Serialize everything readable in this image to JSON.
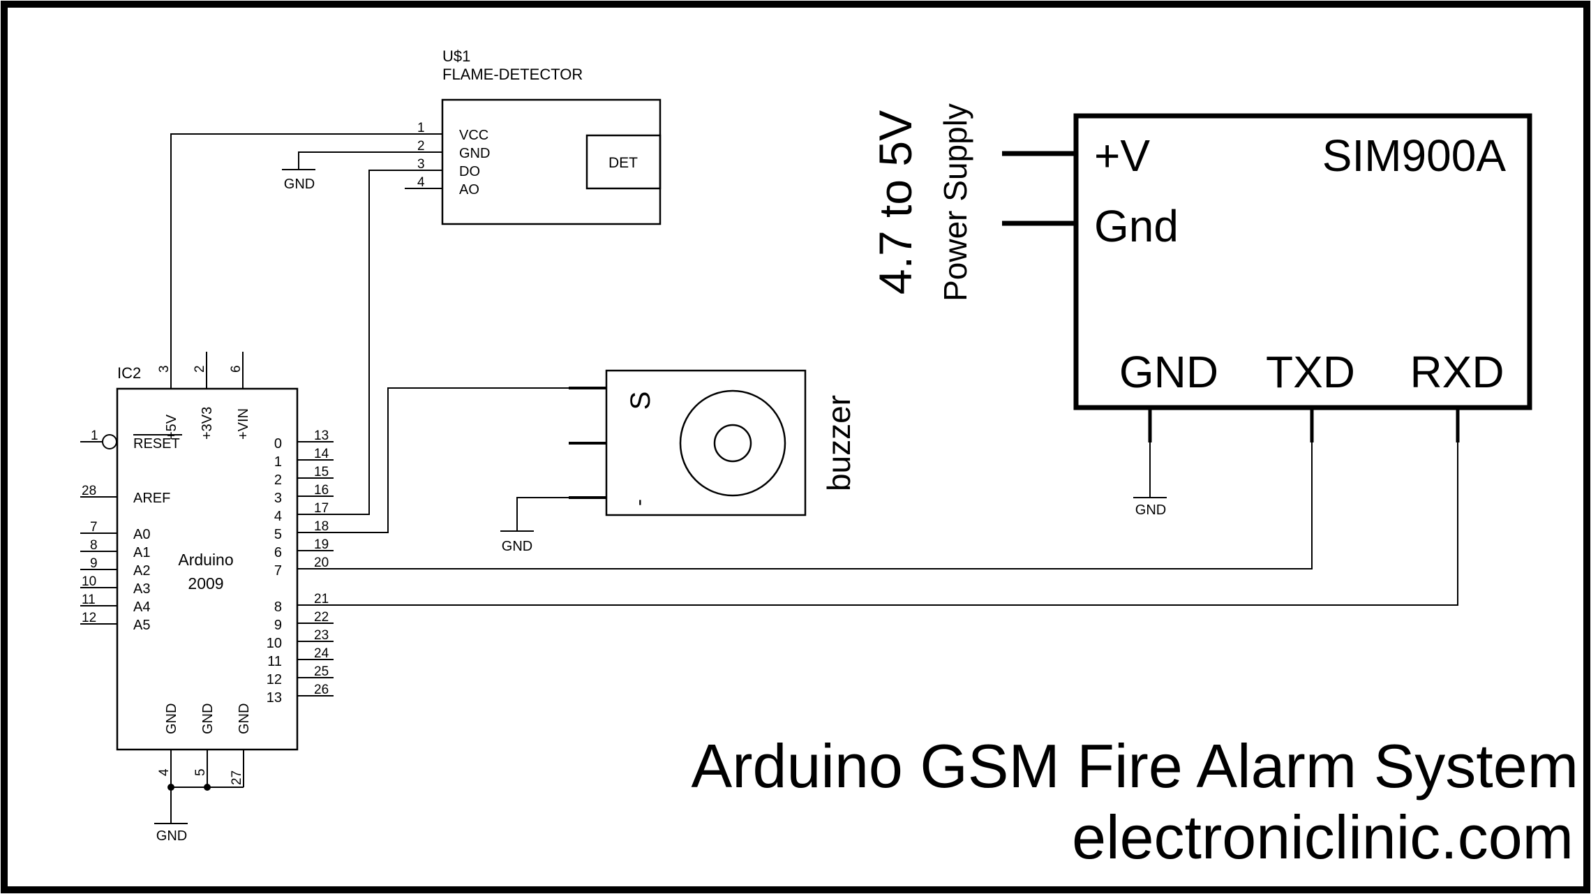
{
  "title": "Arduino GSM Fire Alarm System",
  "website": "electroniclinic.com",
  "flame_detector": {
    "ref": "U$1",
    "name": "FLAME-DETECTOR",
    "sensor_label": "DET",
    "pins": [
      {
        "num": "1",
        "label": "VCC"
      },
      {
        "num": "2",
        "label": "GND"
      },
      {
        "num": "3",
        "label": "DO"
      },
      {
        "num": "4",
        "label": "AO"
      }
    ],
    "gnd_label": "GND"
  },
  "arduino": {
    "ref": "IC2",
    "name_line1": "Arduino",
    "name_line2": "2009",
    "top_pins": [
      {
        "num": "3",
        "label": "+5V"
      },
      {
        "num": "2",
        "label": "+3V3"
      },
      {
        "num": "6",
        "label": "+VIN"
      }
    ],
    "left_pins": [
      {
        "num": "1",
        "label": "RESET"
      },
      {
        "num": "28",
        "label": "AREF"
      },
      {
        "num": "7",
        "label": "A0"
      },
      {
        "num": "8",
        "label": "A1"
      },
      {
        "num": "9",
        "label": "A2"
      },
      {
        "num": "10",
        "label": "A3"
      },
      {
        "num": "11",
        "label": "A4"
      },
      {
        "num": "12",
        "label": "A5"
      }
    ],
    "right_pins": [
      {
        "num": "13",
        "label": "0"
      },
      {
        "num": "14",
        "label": "1"
      },
      {
        "num": "15",
        "label": "2"
      },
      {
        "num": "16",
        "label": "3"
      },
      {
        "num": "17",
        "label": "4"
      },
      {
        "num": "18",
        "label": "5"
      },
      {
        "num": "19",
        "label": "6"
      },
      {
        "num": "20",
        "label": "7"
      },
      {
        "num": "21",
        "label": "8"
      },
      {
        "num": "22",
        "label": "9"
      },
      {
        "num": "23",
        "label": "10"
      },
      {
        "num": "24",
        "label": "11"
      },
      {
        "num": "25",
        "label": "12"
      },
      {
        "num": "26",
        "label": "13"
      }
    ],
    "bottom_pins": [
      {
        "num": "4",
        "label": "GND"
      },
      {
        "num": "5",
        "label": "GND"
      },
      {
        "num": "27",
        "label": "GND"
      }
    ],
    "gnd_label": "GND"
  },
  "buzzer": {
    "name": "buzzer",
    "signal_label": "S",
    "minus_label": "-",
    "gnd_label": "GND"
  },
  "gsm": {
    "name": "SIM900A",
    "vplus_label": "+V",
    "gnd_in_label": "Gnd",
    "bottom_labels": [
      "GND",
      "TXD",
      "RXD"
    ],
    "gnd_label": "GND",
    "supply_line1": "4.7 to 5V",
    "supply_line2": "Power Supply"
  }
}
